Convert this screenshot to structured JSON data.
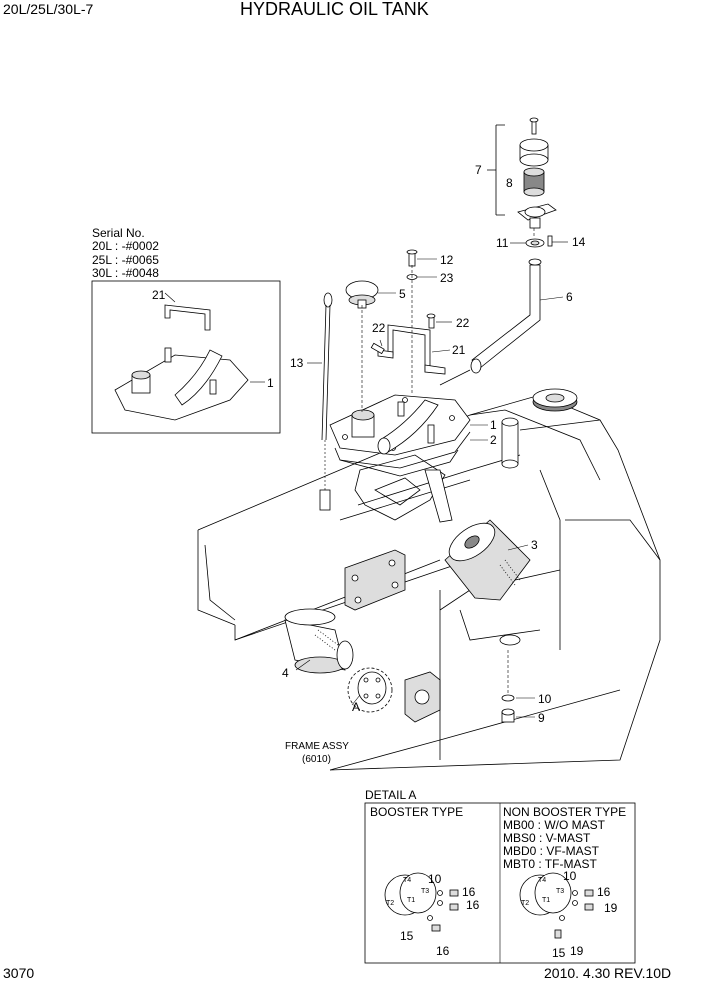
{
  "header": {
    "model": "20L/25L/30L-7",
    "title": "HYDRAULIC OIL TANK"
  },
  "serial": {
    "heading": "Serial No.",
    "lines": [
      "20L : -#0002",
      "25L : -#0065",
      "30L : -#0048"
    ]
  },
  "callouts": [
    "1",
    "2",
    "3",
    "4",
    "5",
    "6",
    "7",
    "8",
    "9",
    "10",
    "11",
    "12",
    "13",
    "14",
    "21",
    "22",
    "23",
    "A"
  ],
  "inset_callouts": [
    "21",
    "1"
  ],
  "frame_ref": {
    "line1": "FRAME ASSY",
    "line2": "(6010)"
  },
  "detail": {
    "title": "DETAIL A",
    "booster": {
      "heading": "BOOSTER TYPE",
      "callouts": [
        "10",
        "16",
        "16",
        "15",
        "16"
      ]
    },
    "non_booster": {
      "heading": "NON BOOSTER TYPE",
      "lines": [
        "MB00 : W/O MAST",
        "MBS0 : V-MAST",
        "MBD0 : VF-MAST",
        "MBT0 : TF-MAST"
      ],
      "callouts": [
        "10",
        "16",
        "19",
        "15",
        "19"
      ]
    },
    "port_marks": [
      "T4",
      "T3",
      "T2",
      "T1"
    ]
  },
  "footer": {
    "page": "3070",
    "revision": "2010. 4.30  REV.10D"
  }
}
